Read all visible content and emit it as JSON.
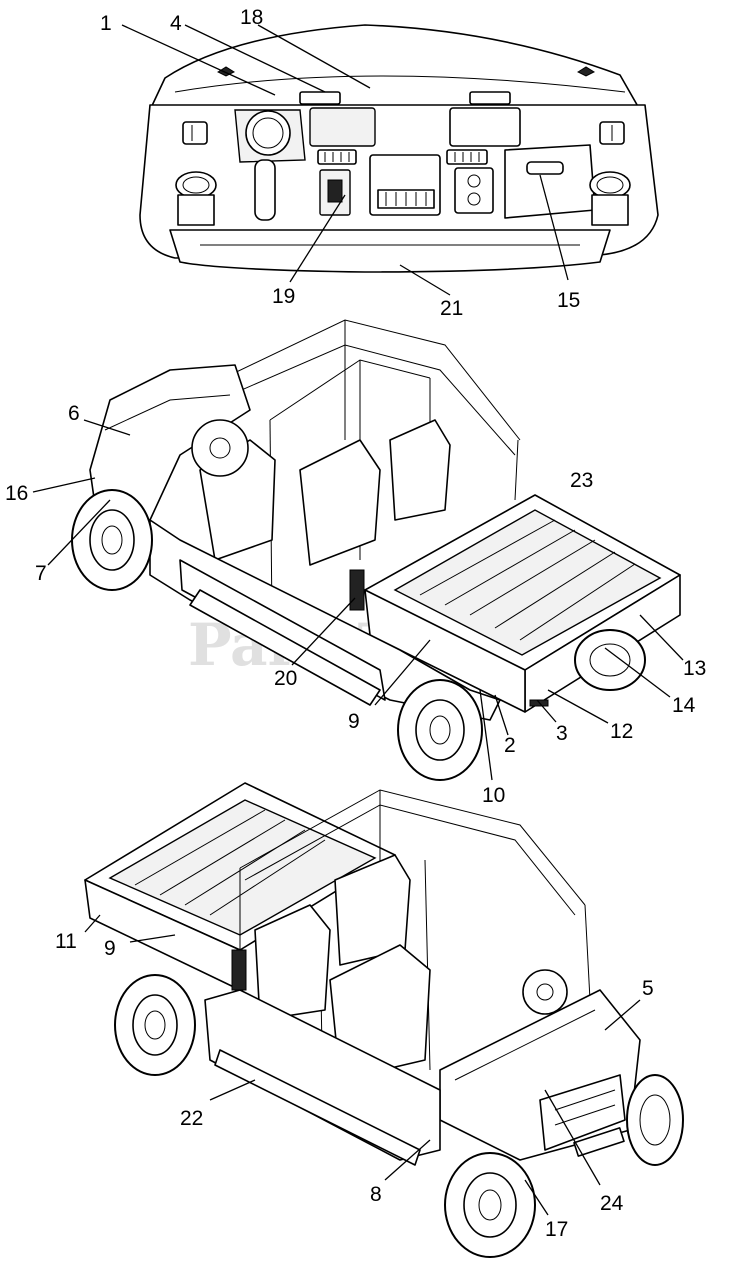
{
  "watermark": "PartsTree",
  "callouts": [
    "1",
    "4",
    "18",
    "19",
    "21",
    "15",
    "6",
    "16",
    "7",
    "23",
    "13",
    "14",
    "12",
    "3",
    "2",
    "10",
    "9",
    "20",
    "11",
    "9",
    "22",
    "5",
    "8",
    "17",
    "24"
  ]
}
